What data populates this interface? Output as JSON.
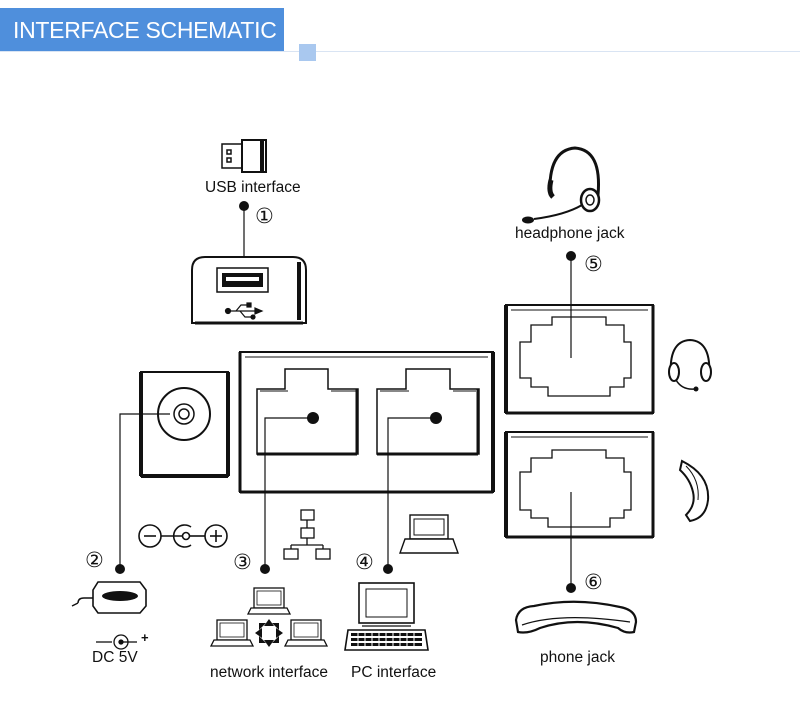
{
  "header": {
    "title": "INTERFACE SCHEMATIC",
    "accent_color": "#4f8fdc",
    "square_color": "#a9c8ef"
  },
  "ports": [
    {
      "number": "①",
      "label": "USB interface",
      "icon": "usb-plug-icon"
    },
    {
      "number": "②",
      "label": "DC 5V",
      "icon": "power-adapter-icon"
    },
    {
      "number": "③",
      "label": "network interface",
      "icon": "network-topology-icon"
    },
    {
      "number": "④",
      "label": "PC interface",
      "icon": "pc-icon"
    },
    {
      "number": "⑤",
      "label": "headphone jack",
      "icon": "headset-icon"
    },
    {
      "number": "⑥",
      "label": "phone jack",
      "icon": "handset-icon"
    }
  ],
  "polarity": {
    "plus": "+"
  }
}
